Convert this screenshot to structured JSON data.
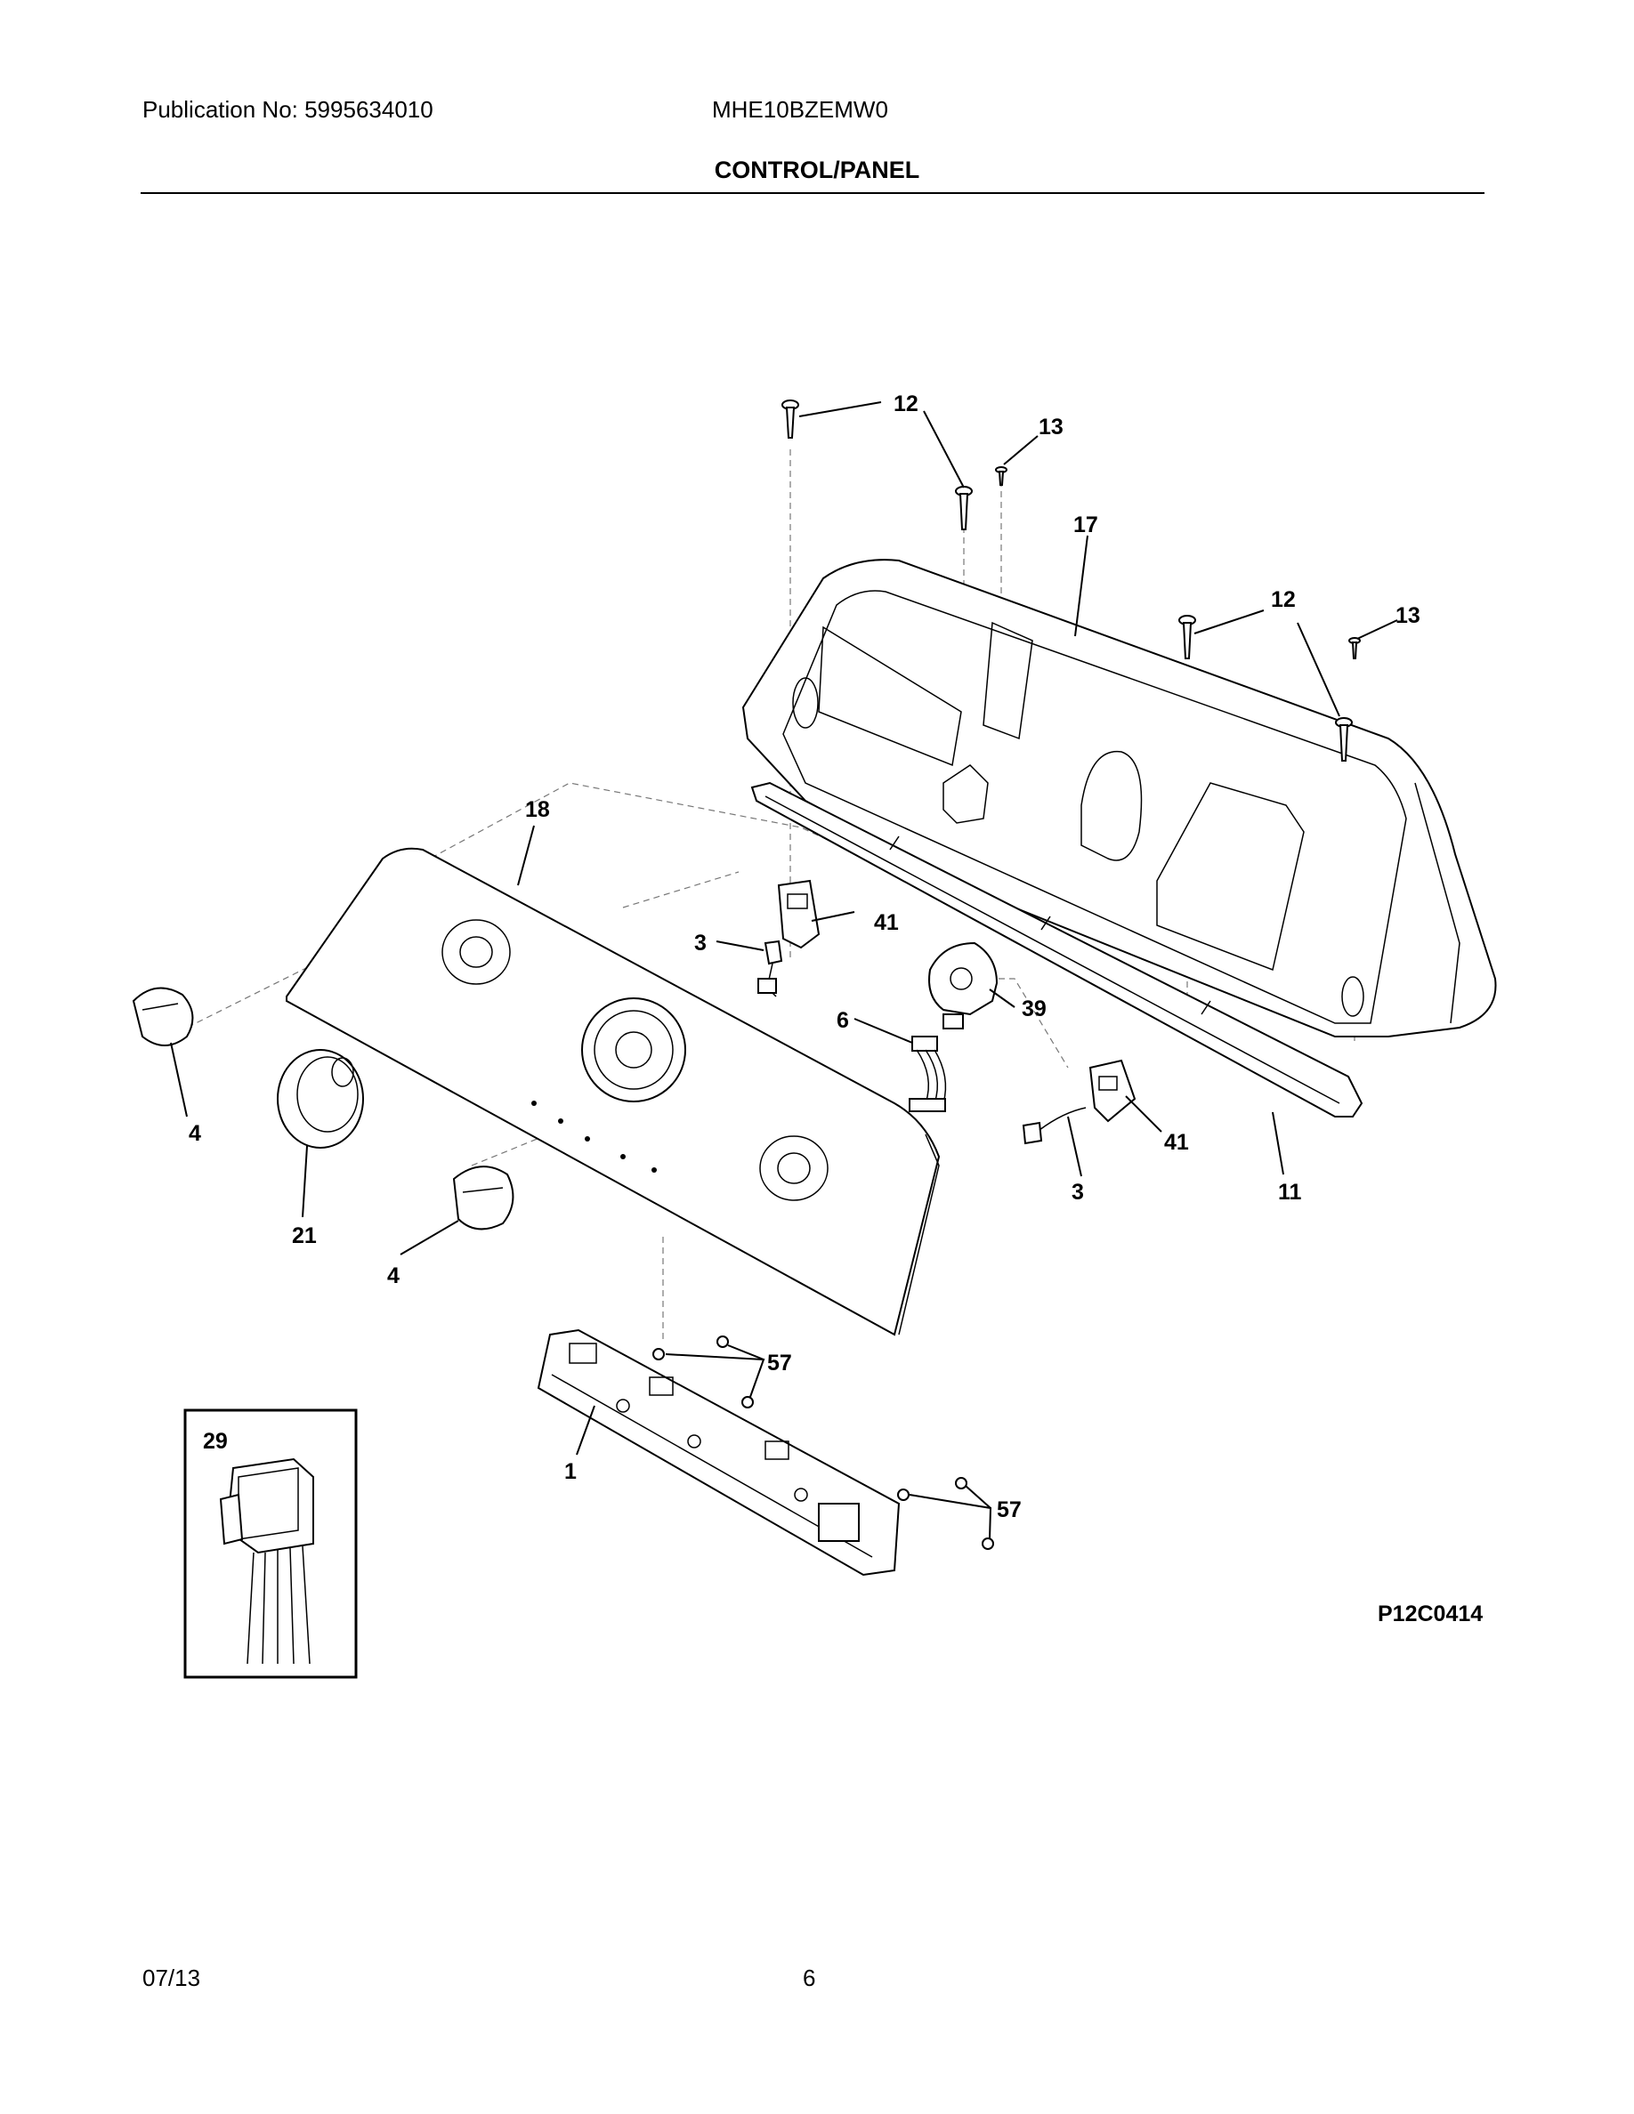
{
  "header": {
    "publication": "Publication No: 5995634010",
    "model": "MHE10BZEMW0",
    "title": "CONTROL/PANEL"
  },
  "callouts": {
    "c12a": "12",
    "c13a": "13",
    "c17": "17",
    "c12b": "12",
    "c13b": "13",
    "c18": "18",
    "c41a": "41",
    "c3a": "3",
    "c39": "39",
    "c6": "6",
    "c4a": "4",
    "c41b": "41",
    "c3b": "3",
    "c11": "11",
    "c21": "21",
    "c4b": "4",
    "c57a": "57",
    "c29": "29",
    "c1": "1",
    "c57b": "57"
  },
  "diagram_code": "P12C0414",
  "footer": {
    "date": "07/13",
    "page": "6"
  }
}
